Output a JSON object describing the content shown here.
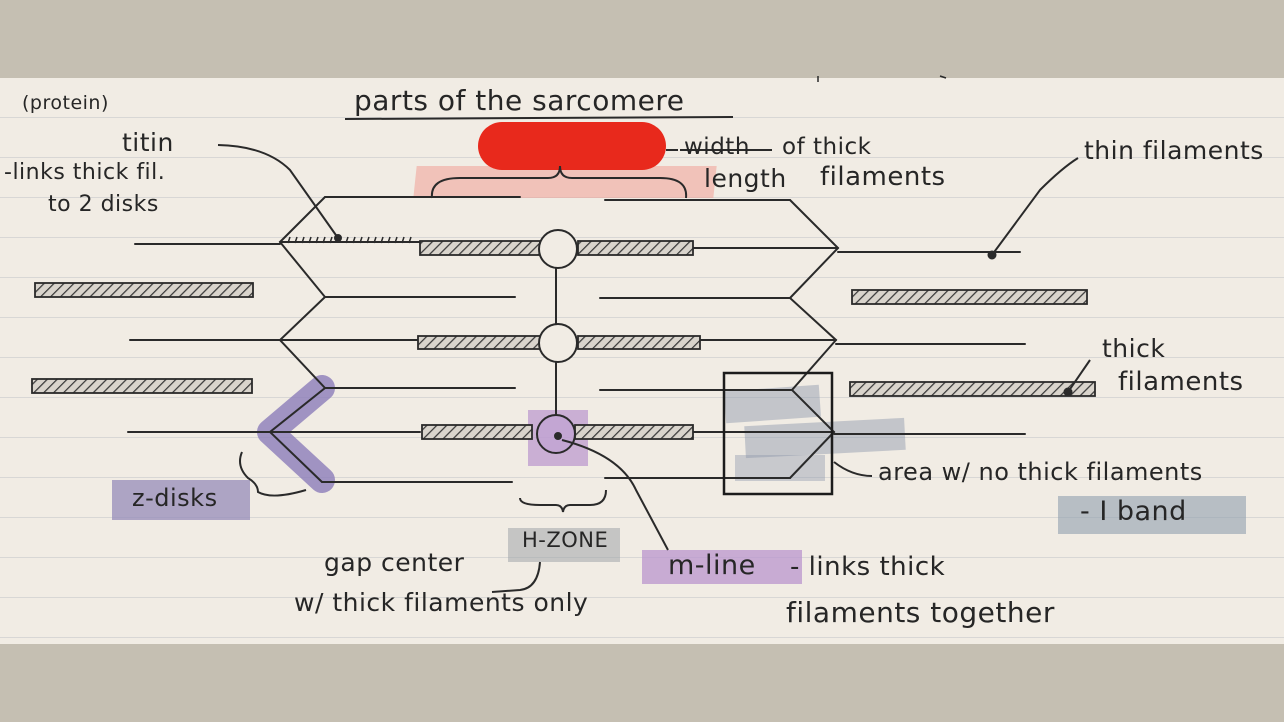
{
  "colors": {
    "background": "#c5bfb2",
    "paper": "#f1ece4",
    "ink": "#262626",
    "highlight_pink": "#f0b9ab",
    "highlight_red": "#e8291c",
    "highlight_purple": "#b39ac9",
    "highlight_lavender": "#9e92b8",
    "highlight_gray": "#9aa0a8"
  },
  "title": "parts of the sarcomere",
  "labels": {
    "protein": "(protein)",
    "titin": "titin",
    "titin_desc_1": "-links thick fil.",
    "titin_desc_2": "to 2 disks",
    "width_word": "width",
    "of_thick": "of thick",
    "length_word": "length",
    "filaments_word": "filaments",
    "thin_filaments": "thin filaments",
    "thick_word": "thick",
    "thick_filaments_word": "filaments",
    "z_disks": "z-disks",
    "h_zone": "H-ZONE",
    "gap_center": "gap center",
    "gap_desc": "w/ thick filaments only",
    "m_line": "m-line",
    "m_line_desc_1": "- links thick",
    "m_line_desc_2": "filaments together",
    "no_thick": "area w/ no thick filaments",
    "i_band": "- I band"
  }
}
